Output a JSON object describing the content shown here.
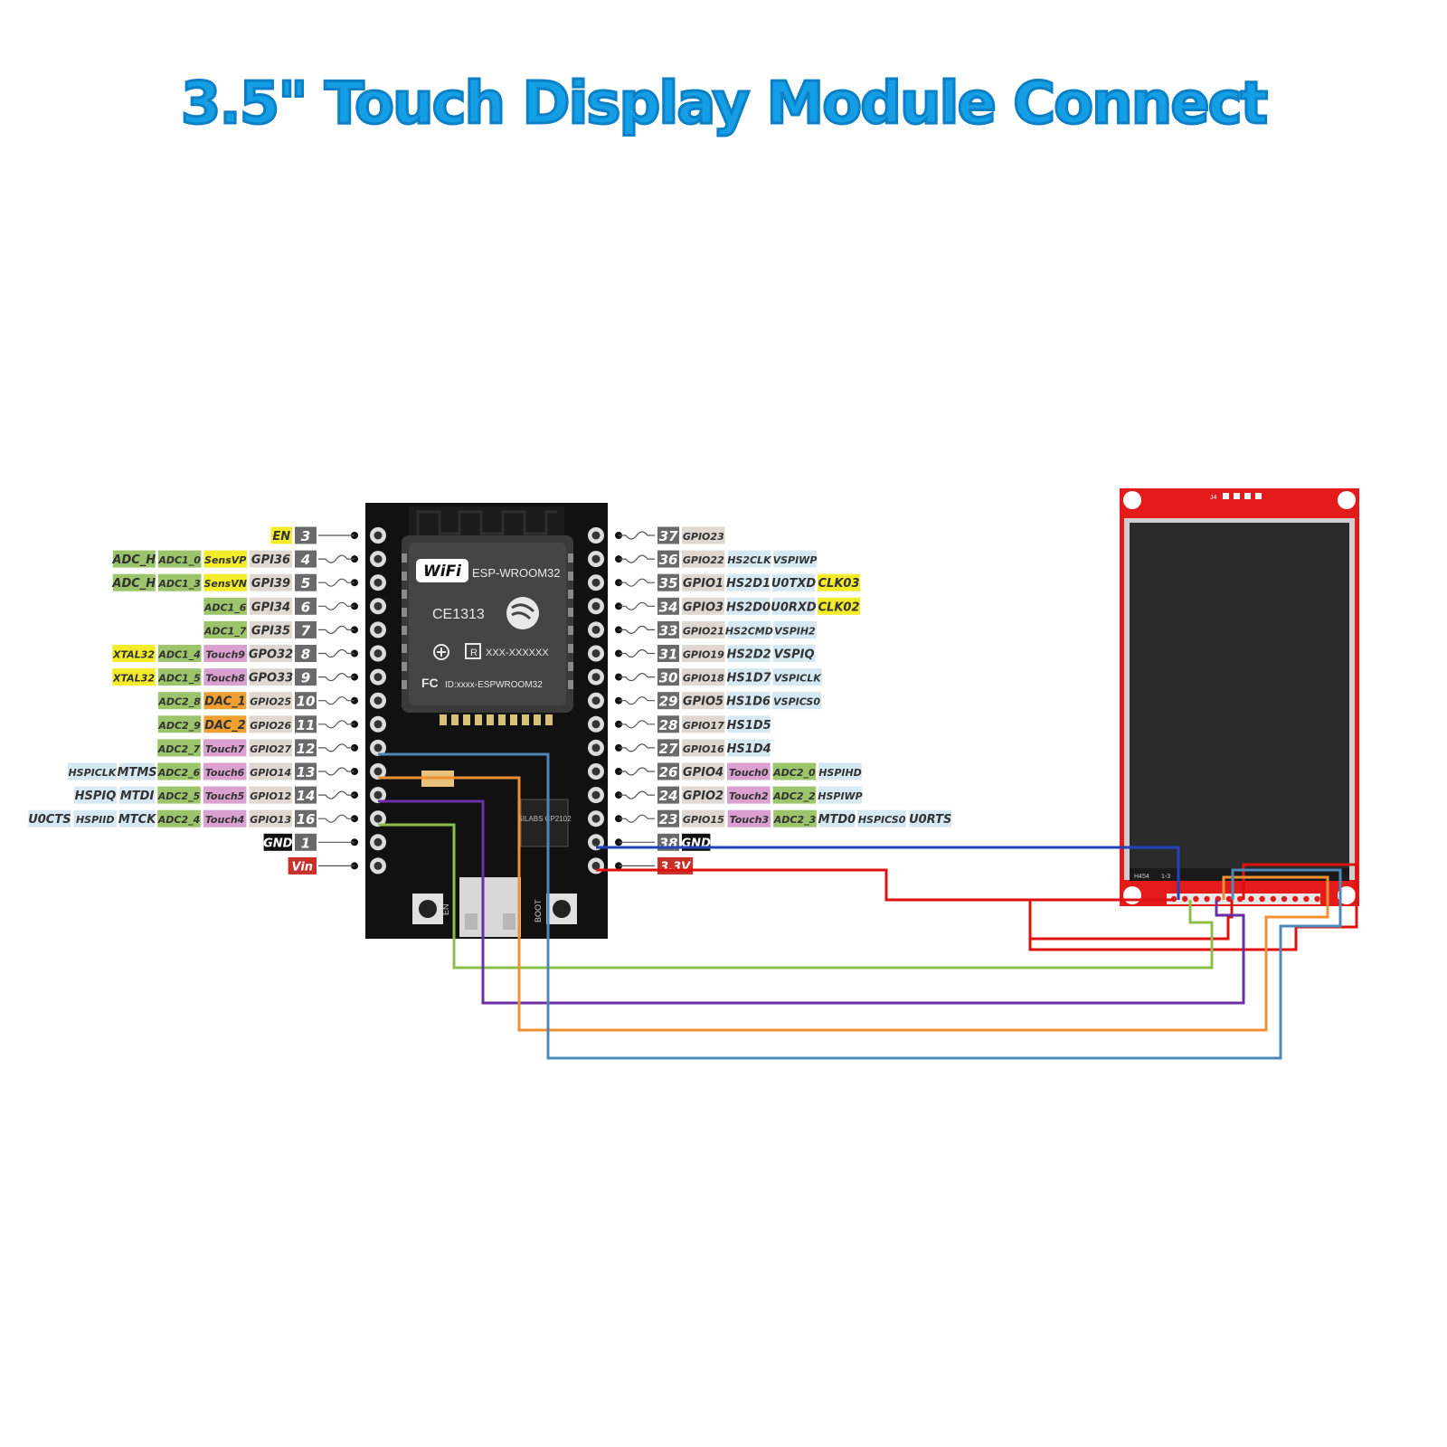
{
  "title": "3.5\" Touch Display Module Connect",
  "colors": {
    "title": "#139ee6",
    "board": "#111111",
    "lcd_pcb": "#e31b1b",
    "lcd_screen": "#2b2b2b",
    "wire_blue": "#2244bb",
    "wire_red": "#e01010",
    "wire_green": "#8cbf4a",
    "wire_purple": "#6a2fa5",
    "wire_orange": "#f09030",
    "wire_steel": "#4d88b8"
  },
  "module": {
    "wifi": "WiFi",
    "name": "ESP-WROOM32",
    "ce": "CE1313",
    "r_code": "XXX-XXXXXX",
    "fc_id": "ID:xxxx-ESPWROOM32",
    "usb_chip": "SILABS CP2102",
    "btn_en": "EN",
    "btn_boot": "BOOT"
  },
  "lcd": {
    "header": "J4",
    "silk_left": "H454",
    "silk_mid": "1-3"
  },
  "left_pins": [
    {
      "num": "3",
      "labels": [
        {
          "t": "EN",
          "c": "#f3ec2a"
        }
      ]
    },
    {
      "num": "4",
      "labels": [
        {
          "t": "ADC_H",
          "c": "#9cc46a"
        },
        {
          "t": "ADC1_0",
          "c": "#9cc46a"
        },
        {
          "t": "SensVP",
          "c": "#f3ec2a"
        },
        {
          "t": "GPI36",
          "c": "#e0d8d0"
        }
      ]
    },
    {
      "num": "5",
      "labels": [
        {
          "t": "ADC_H",
          "c": "#9cc46a"
        },
        {
          "t": "ADC1_3",
          "c": "#9cc46a"
        },
        {
          "t": "SensVN",
          "c": "#f3ec2a"
        },
        {
          "t": "GPI39",
          "c": "#e0d8d0"
        }
      ]
    },
    {
      "num": "6",
      "labels": [
        {
          "t": "ADC1_6",
          "c": "#9cc46a"
        },
        {
          "t": "GPI34",
          "c": "#e0d8d0"
        }
      ]
    },
    {
      "num": "7",
      "labels": [
        {
          "t": "ADC1_7",
          "c": "#9cc46a"
        },
        {
          "t": "GPI35",
          "c": "#e0d8d0"
        }
      ]
    },
    {
      "num": "8",
      "labels": [
        {
          "t": "XTAL32",
          "c": "#f3ec2a"
        },
        {
          "t": "ADC1_4",
          "c": "#9cc46a"
        },
        {
          "t": "Touch9",
          "c": "#d9a0d0"
        },
        {
          "t": "GPO32",
          "c": "#e0d8d0"
        }
      ]
    },
    {
      "num": "9",
      "labels": [
        {
          "t": "XTAL32",
          "c": "#f3ec2a"
        },
        {
          "t": "ADC1_5",
          "c": "#9cc46a"
        },
        {
          "t": "Touch8",
          "c": "#d9a0d0"
        },
        {
          "t": "GPO33",
          "c": "#e0d8d0"
        }
      ]
    },
    {
      "num": "10",
      "labels": [
        {
          "t": "ADC2_8",
          "c": "#9cc46a"
        },
        {
          "t": "DAC_1",
          "c": "#f0a030"
        },
        {
          "t": "GPIO25",
          "c": "#e0d8d0"
        }
      ]
    },
    {
      "num": "11",
      "labels": [
        {
          "t": "ADC2_9",
          "c": "#9cc46a"
        },
        {
          "t": "DAC_2",
          "c": "#f0a030"
        },
        {
          "t": "GPIO26",
          "c": "#e0d8d0"
        }
      ]
    },
    {
      "num": "12",
      "labels": [
        {
          "t": "ADC2_7",
          "c": "#9cc46a"
        },
        {
          "t": "Touch7",
          "c": "#d9a0d0"
        },
        {
          "t": "GPIO27",
          "c": "#e0d8d0"
        }
      ]
    },
    {
      "num": "13",
      "labels": [
        {
          "t": "HSPICLK",
          "c": "#d6e8f2"
        },
        {
          "t": "MTMS",
          "c": "#d6e8f2"
        },
        {
          "t": "ADC2_6",
          "c": "#9cc46a"
        },
        {
          "t": "Touch6",
          "c": "#d9a0d0"
        },
        {
          "t": "GPIO14",
          "c": "#e0d8d0"
        }
      ]
    },
    {
      "num": "14",
      "labels": [
        {
          "t": "HSPIQ",
          "c": "#d6e8f2"
        },
        {
          "t": "MTDI",
          "c": "#d6e8f2"
        },
        {
          "t": "ADC2_5",
          "c": "#9cc46a"
        },
        {
          "t": "Touch5",
          "c": "#d9a0d0"
        },
        {
          "t": "GPIO12",
          "c": "#e0d8d0"
        }
      ]
    },
    {
      "num": "16",
      "labels": [
        {
          "t": "U0CTS",
          "c": "#d6e8f2"
        },
        {
          "t": "HSPIID",
          "c": "#d6e8f2"
        },
        {
          "t": "MTCK",
          "c": "#d6e8f2"
        },
        {
          "t": "ADC2_4",
          "c": "#9cc46a"
        },
        {
          "t": "Touch4",
          "c": "#d9a0d0"
        },
        {
          "t": "GPIO13",
          "c": "#e0d8d0"
        }
      ]
    },
    {
      "num": "1",
      "labels": [
        {
          "t": "GND",
          "c": "#111111"
        }
      ]
    },
    {
      "num": "",
      "labels": [
        {
          "t": "Vin",
          "c": "#c8302a"
        }
      ]
    }
  ],
  "right_pins": [
    {
      "num": "37",
      "labels": [
        {
          "t": "GPIO23",
          "c": "#e0d8d0"
        }
      ]
    },
    {
      "num": "36",
      "labels": [
        {
          "t": "GPIO22",
          "c": "#e0d8d0"
        },
        {
          "t": "HS2CLK",
          "c": "#d6e8f2"
        },
        {
          "t": "VSPIWP",
          "c": "#d6e8f2"
        }
      ]
    },
    {
      "num": "35",
      "labels": [
        {
          "t": "GPIO1",
          "c": "#e0d8d0"
        },
        {
          "t": "HS2D1",
          "c": "#d6e8f2"
        },
        {
          "t": "U0TXD",
          "c": "#d6e8f2"
        },
        {
          "t": "CLK03",
          "c": "#f3ec2a"
        }
      ]
    },
    {
      "num": "34",
      "labels": [
        {
          "t": "GPIO3",
          "c": "#e0d8d0"
        },
        {
          "t": "HS2D0",
          "c": "#d6e8f2"
        },
        {
          "t": "U0RXD",
          "c": "#d6e8f2"
        },
        {
          "t": "CLK02",
          "c": "#f3ec2a"
        }
      ]
    },
    {
      "num": "33",
      "labels": [
        {
          "t": "GPIO21",
          "c": "#e0d8d0"
        },
        {
          "t": "HS2CMD",
          "c": "#d6e8f2"
        },
        {
          "t": "VSPIH2",
          "c": "#d6e8f2"
        }
      ]
    },
    {
      "num": "31",
      "labels": [
        {
          "t": "GPIO19",
          "c": "#e0d8d0"
        },
        {
          "t": "HS2D2",
          "c": "#d6e8f2"
        },
        {
          "t": "VSPIQ",
          "c": "#d6e8f2"
        }
      ]
    },
    {
      "num": "30",
      "labels": [
        {
          "t": "GPIO18",
          "c": "#e0d8d0"
        },
        {
          "t": "HS1D7",
          "c": "#d6e8f2"
        },
        {
          "t": "VSPICLK",
          "c": "#d6e8f2"
        }
      ]
    },
    {
      "num": "29",
      "labels": [
        {
          "t": "GPIO5",
          "c": "#e0d8d0"
        },
        {
          "t": "HS1D6",
          "c": "#d6e8f2"
        },
        {
          "t": "VSPICS0",
          "c": "#d6e8f2"
        }
      ]
    },
    {
      "num": "28",
      "labels": [
        {
          "t": "GPIO17",
          "c": "#e0d8d0"
        },
        {
          "t": "HS1D5",
          "c": "#d6e8f2"
        }
      ]
    },
    {
      "num": "27",
      "labels": [
        {
          "t": "GPIO16",
          "c": "#e0d8d0"
        },
        {
          "t": "HS1D4",
          "c": "#d6e8f2"
        }
      ]
    },
    {
      "num": "26",
      "labels": [
        {
          "t": "GPIO4",
          "c": "#e0d8d0"
        },
        {
          "t": "Touch0",
          "c": "#d9a0d0"
        },
        {
          "t": "ADC2_0",
          "c": "#9cc46a"
        },
        {
          "t": "HSPIHD",
          "c": "#d6e8f2"
        }
      ]
    },
    {
      "num": "24",
      "labels": [
        {
          "t": "GPIO2",
          "c": "#e0d8d0"
        },
        {
          "t": "Touch2",
          "c": "#d9a0d0"
        },
        {
          "t": "ADC2_2",
          "c": "#9cc46a"
        },
        {
          "t": "HSPIWP",
          "c": "#d6e8f2"
        }
      ]
    },
    {
      "num": "23",
      "labels": [
        {
          "t": "GPIO15",
          "c": "#e0d8d0"
        },
        {
          "t": "Touch3",
          "c": "#d9a0d0"
        },
        {
          "t": "ADC2_3",
          "c": "#9cc46a"
        },
        {
          "t": "MTD0",
          "c": "#d6e8f2"
        },
        {
          "t": "HSPICS0",
          "c": "#d6e8f2"
        },
        {
          "t": "U0RTS",
          "c": "#d6e8f2"
        }
      ]
    },
    {
      "num": "38",
      "labels": [
        {
          "t": "GND",
          "c": "#111111"
        }
      ]
    },
    {
      "num": "",
      "labels": [
        {
          "t": "3.3V",
          "c": "#c8302a"
        }
      ]
    }
  ]
}
